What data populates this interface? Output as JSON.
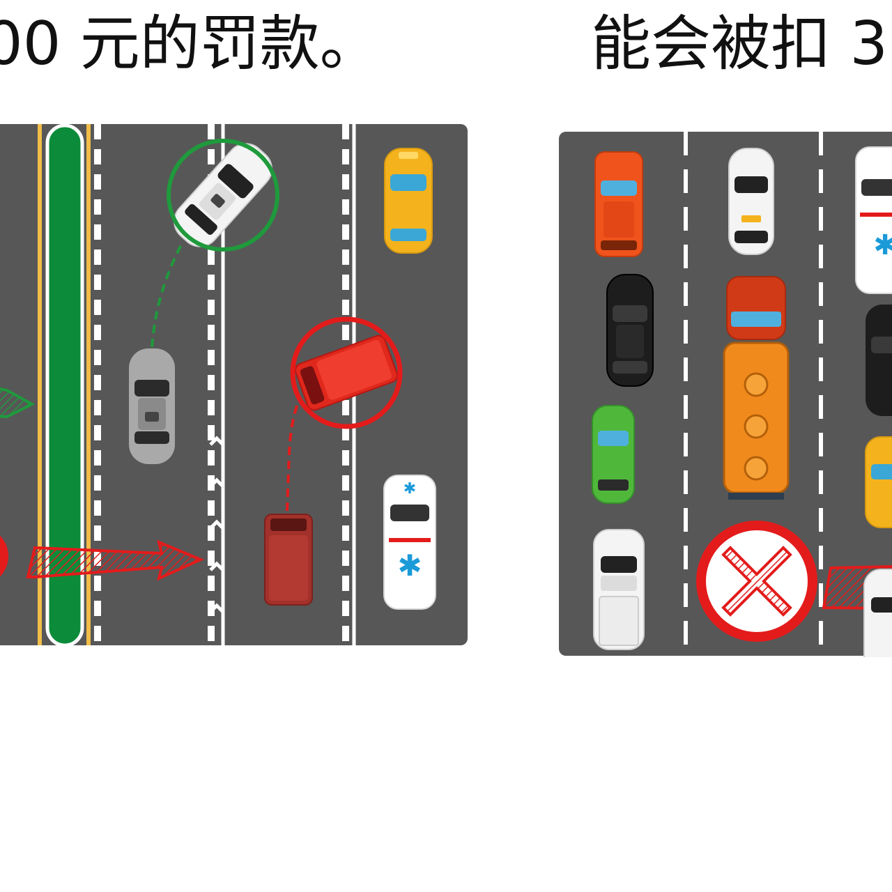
{
  "captions": {
    "left": "00 元的罚款。",
    "right": "能会被扣 3"
  },
  "colors": {
    "road": "#575757",
    "lane_line": "#ffffff",
    "yellow_line": "#f2bd48",
    "green_barrier": "#0c8c3a",
    "ok_marker": "#1f9a3c",
    "bad_marker": "#e31b1b"
  },
  "left_scene": {
    "vehicles": [
      {
        "name": "white-car",
        "icon": "car-icon",
        "color": "#f4f4f4"
      },
      {
        "name": "grey-car",
        "icon": "car-icon",
        "color": "#a9a9a9"
      },
      {
        "name": "red-van-turning",
        "icon": "van-icon",
        "color": "#e0281d"
      },
      {
        "name": "dark-red-van",
        "icon": "van-icon",
        "color": "#a3312b"
      },
      {
        "name": "yellow-taxi",
        "icon": "taxi-icon",
        "color": "#f4b31d"
      },
      {
        "name": "ambulance",
        "icon": "ambulance-icon",
        "color": "#ffffff"
      }
    ],
    "markers": [
      {
        "name": "correct-lane-change",
        "icon": "green-circle-icon"
      },
      {
        "name": "wrong-lane-change",
        "icon": "red-circle-icon"
      }
    ]
  },
  "right_scene": {
    "vehicles": [
      {
        "name": "orange-suv",
        "icon": "suv-icon",
        "color": "#f0541c"
      },
      {
        "name": "white-car",
        "icon": "car-icon",
        "color": "#f4f4f4"
      },
      {
        "name": "black-car",
        "icon": "car-icon",
        "color": "#1d1d1d"
      },
      {
        "name": "tanker-truck",
        "icon": "truck-icon",
        "color": "#f18a1c"
      },
      {
        "name": "green-car",
        "icon": "car-icon",
        "color": "#4fb83b"
      },
      {
        "name": "white-pickup",
        "icon": "pickup-icon",
        "color": "#f4f4f4"
      },
      {
        "name": "ambulance",
        "icon": "ambulance-icon",
        "color": "#ffffff"
      },
      {
        "name": "black-car-right",
        "icon": "car-icon",
        "color": "#1d1d1d"
      },
      {
        "name": "yellow-car",
        "icon": "taxi-icon",
        "color": "#f4b31d"
      }
    ],
    "markers": [
      {
        "name": "forbidden",
        "icon": "red-x-circle-icon"
      }
    ]
  }
}
